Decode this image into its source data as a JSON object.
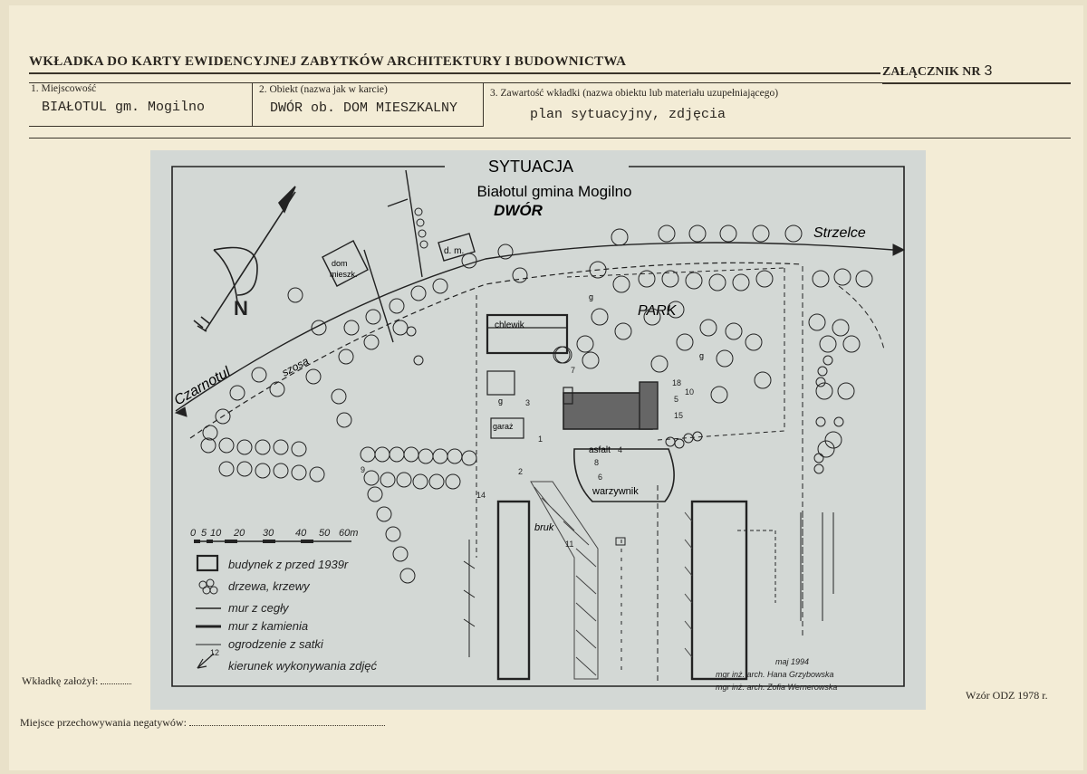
{
  "form": {
    "title": "WKŁADKA DO KARTY EWIDENCYJNEJ ZABYTKÓW ARCHITEKTURY I BUDOWNICTWA",
    "annex_label": "ZAŁĄCZNIK NR",
    "annex_number": "3",
    "field1_label": "1. Miejscowość",
    "field1_value": "BIAŁOTUL gm. Mogilno",
    "field2_label": "2. Obiekt (nazwa jak w karcie)",
    "field2_value": "DWÓR ob. DOM MIESZKALNY",
    "field3_label": "3. Zawartość wkładki (nazwa obiektu lub materiału uzupełniającego)",
    "field3_value": "plan sytuacyjny, zdjęcia",
    "founded_label": "Wkładkę założył:",
    "storage_label": "Miejsce przechowywania negatywów:",
    "pattern_label": "Wzór ODZ 1978 r."
  },
  "map": {
    "title": "SYTUACJA",
    "subtitle": "Białotul gmina Mogilno",
    "subtitle2": "DWÓR",
    "road_east": "Strzelce",
    "road_west": "Czarnotul",
    "road_label": "szosa",
    "park_label": "PARK",
    "labels": {
      "dom_mieszk_1": "dom",
      "dom_mieszk_2": "mieszk.",
      "dm": "d. m.",
      "chlewik": "chlewik",
      "garaz": "garaż",
      "asfalt": "asfalt",
      "warzywnik": "warzywnik",
      "bruk": "bruk",
      "g": "g"
    },
    "photo_numbers": [
      "18",
      "10",
      "5",
      "15",
      "3",
      "1",
      "4",
      "8",
      "6",
      "9",
      "14",
      "7",
      "2",
      "11"
    ],
    "scale": {
      "ticks": [
        "0",
        "5",
        "10",
        "20",
        "30",
        "40",
        "50",
        "60m"
      ]
    },
    "legend": [
      "budynek z przed 1939r",
      "drzewa, krzewy",
      "mur z cegły",
      "mur z kamienia",
      "ogrodzenie z satki",
      "kierunek wykonywania zdjęć"
    ],
    "legend_arrow_num": "12",
    "signature": {
      "date": "maj 1994",
      "author1": "mgr inż. arch. Hana Grzybowska",
      "author2": "mgr inż. arch. Zofia Wernerowska"
    }
  }
}
